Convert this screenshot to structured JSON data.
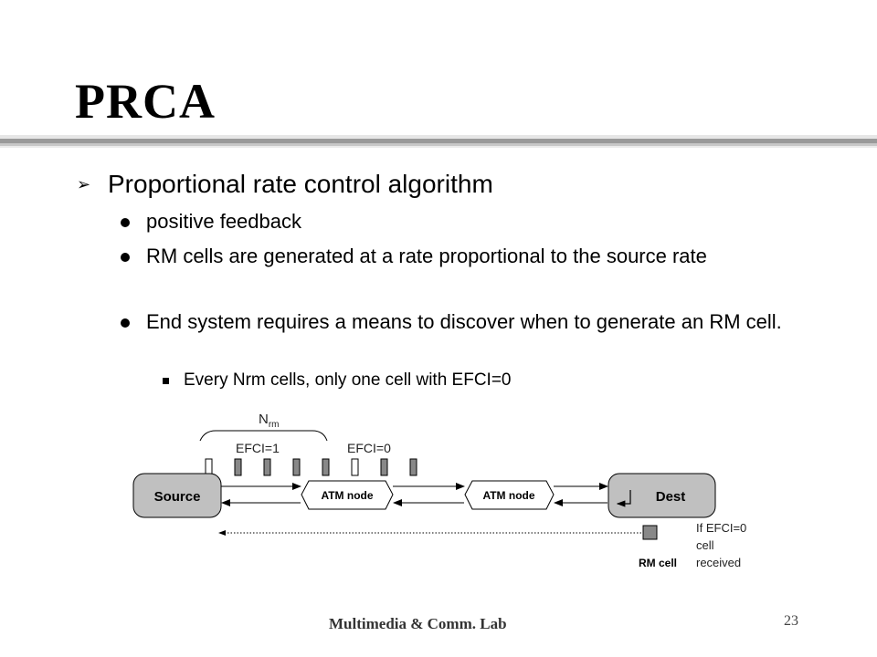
{
  "slide": {
    "title": "PRCA",
    "bullet": "Proportional rate control algorithm",
    "sub_bullets": [
      "positive feedback",
      "RM cells are generated at a rate proportional to the source rate",
      "End system requires a means to discover when to generate an RM cell."
    ],
    "sub_sub_bullet": "Every Nrm cells, only one cell with EFCI=0"
  },
  "diagram": {
    "nrm_label": "N",
    "nrm_sub": "rm",
    "efci1_label": "EFCI=1",
    "efci0_label": "EFCI=0",
    "source_label": "Source",
    "atm_node1_label": "ATM node",
    "atm_node2_label": "ATM node",
    "dest_label": "Dest",
    "rm_cell_label": "RM cell",
    "efci_received_lines": [
      "If EFCI=0",
      "cell",
      "received"
    ]
  },
  "footer": {
    "lab": "Multimedia & Comm. Lab",
    "page": "23"
  }
}
